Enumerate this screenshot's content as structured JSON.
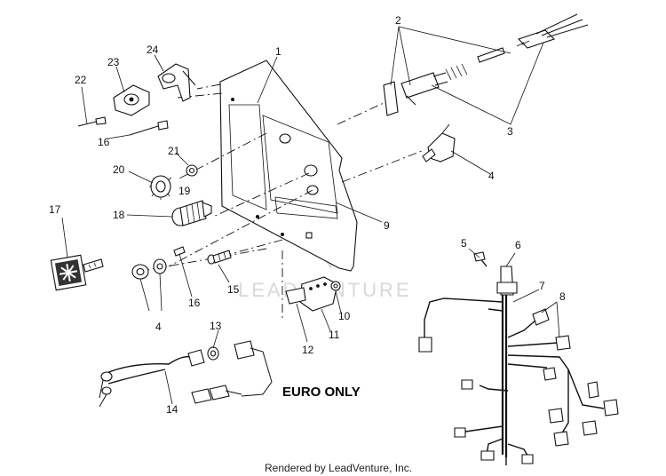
{
  "callouts": {
    "c1": "1",
    "c2": "2",
    "c3": "3",
    "c4a": "4",
    "c4b": "4",
    "c5": "5",
    "c6": "6",
    "c7": "7",
    "c8": "8",
    "c9": "9",
    "c10": "10",
    "c11": "11",
    "c12": "12",
    "c13": "13",
    "c14": "14",
    "c15": "15",
    "c16a": "16",
    "c16b": "16",
    "c17": "17",
    "c18": "18",
    "c19": "19",
    "c20": "20",
    "c21": "21",
    "c22": "22",
    "c23": "23",
    "c24": "24"
  },
  "euro_label": "EURO ONLY",
  "watermark": "LEADVENTURE",
  "footer": "Rendered by LeadVenture, Inc."
}
